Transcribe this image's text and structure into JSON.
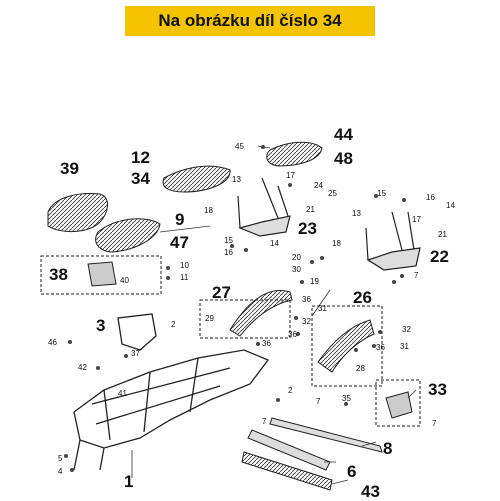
{
  "banner": "Na obrázku díl číslo 34",
  "callouts": {
    "p39": "39",
    "p12": "12",
    "p34": "34",
    "p44": "44",
    "p48": "48",
    "p9": "9",
    "p47": "47",
    "p38": "38",
    "p23": "23",
    "p22": "22",
    "p27": "27",
    "p26": "26",
    "p3": "3",
    "p33": "33",
    "p8": "8",
    "p6": "6",
    "p43": "43",
    "p1": "1"
  },
  "small": {
    "s45": "45",
    "s13a": "13",
    "s17a": "17",
    "s24": "24",
    "s25": "25",
    "s18a": "18",
    "s21a": "21",
    "s15a": "15",
    "s16a": "16",
    "s14a": "14",
    "s15b": "15",
    "s16b": "16",
    "s14b": "14",
    "s13b": "13",
    "s17b": "17",
    "s18b": "18",
    "s21b": "21",
    "s7a": "7",
    "s10": "10",
    "s11": "11",
    "s40": "40",
    "s20": "20",
    "s30": "30",
    "s19": "19",
    "s29": "29",
    "s36a": "36",
    "s31a": "31",
    "s32a": "32",
    "s36b": "36",
    "s2a": "2",
    "s46": "46",
    "s37": "37",
    "s42": "42",
    "s41": "41",
    "s36c": "36",
    "s36d": "36",
    "s32b": "32",
    "s31b": "31",
    "s28": "28",
    "s2b": "2",
    "s7b": "7",
    "s35": "35",
    "s7c": "7",
    "s7d": "7",
    "s5": "5",
    "s4": "4"
  }
}
